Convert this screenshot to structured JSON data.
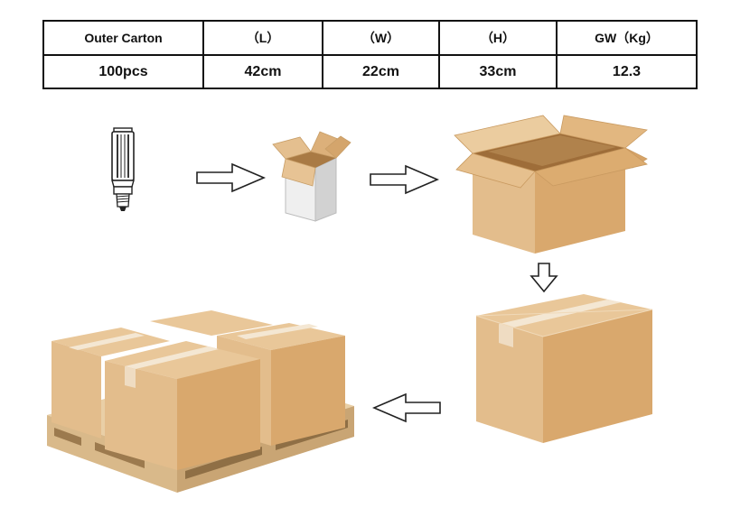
{
  "spec_table": {
    "headers": [
      "Outer Carton",
      "（L）",
      "（W）",
      "（H）",
      "GW（Kg）"
    ],
    "values": [
      "100pcs",
      "42cm",
      "22cm",
      "33cm",
      "12.3"
    ]
  },
  "colors": {
    "carton_light": "#e7c394",
    "carton_mid": "#dcb07a",
    "carton_dark": "#c99a60",
    "tape": "#f3e6d2",
    "pallet": "#d9b98a",
    "gift_box_white": "#f2f2f2",
    "arrow_outline": "#222222"
  },
  "diagram": {
    "steps": [
      {
        "id": "lamp",
        "icon": "corn-led-bulb-icon"
      },
      {
        "id": "gift-box",
        "icon": "open-white-gift-box-icon"
      },
      {
        "id": "open-carton",
        "icon": "open-shipping-carton-icon"
      },
      {
        "id": "sealed-carton",
        "icon": "sealed-shipping-carton-icon"
      },
      {
        "id": "pallet",
        "icon": "palletized-cartons-icon"
      }
    ]
  }
}
